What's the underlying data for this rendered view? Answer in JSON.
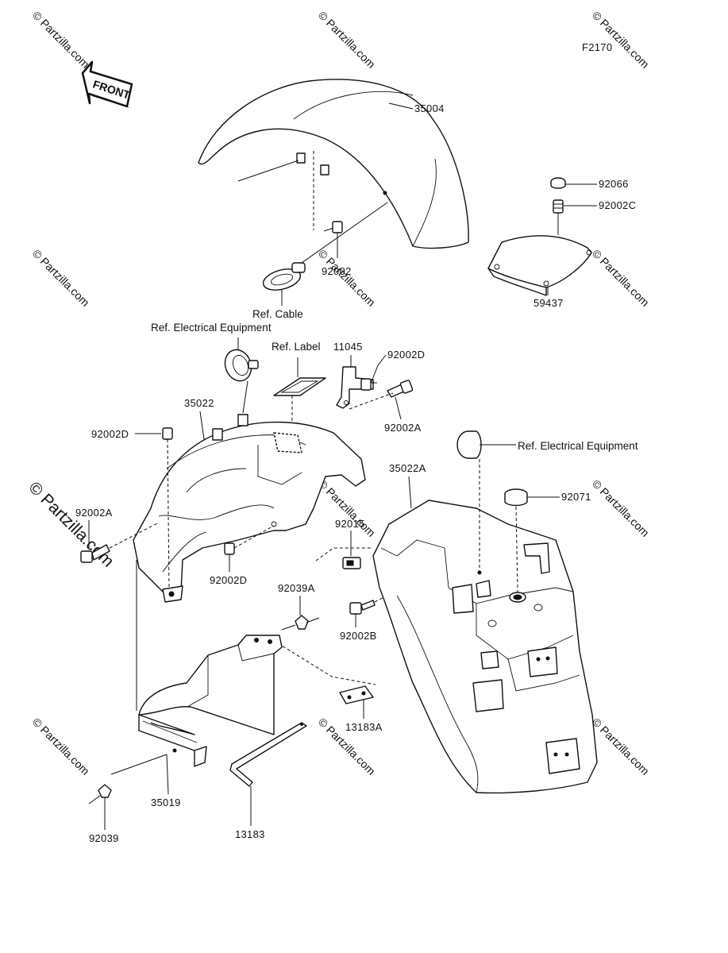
{
  "diagram_code": "F2170",
  "front_marker": "FRONT",
  "watermark": {
    "text": "© Partzilla.com"
  },
  "parts": [
    {
      "id": "35004",
      "label": "35004"
    },
    {
      "id": "92066",
      "label": "92066"
    },
    {
      "id": "92002C",
      "label": "92002C"
    },
    {
      "id": "92002",
      "label": "92002"
    },
    {
      "id": "59437",
      "label": "59437"
    },
    {
      "id": "11045",
      "label": "11045"
    },
    {
      "id": "92002D-top",
      "label": "92002D"
    },
    {
      "id": "35022",
      "label": "35022"
    },
    {
      "id": "92002D-left",
      "label": "92002D"
    },
    {
      "id": "92002A-right",
      "label": "92002A"
    },
    {
      "id": "35022A",
      "label": "35022A"
    },
    {
      "id": "92071",
      "label": "92071"
    },
    {
      "id": "92002A-left",
      "label": "92002A"
    },
    {
      "id": "92015-a",
      "label": "92015"
    },
    {
      "id": "92015-b",
      "label": "92015"
    },
    {
      "id": "92002D-bottom",
      "label": "92002D"
    },
    {
      "id": "92039A",
      "label": "92039A"
    },
    {
      "id": "92002B",
      "label": "92002B"
    },
    {
      "id": "13183A",
      "label": "13183A"
    },
    {
      "id": "35019",
      "label": "35019"
    },
    {
      "id": "13183",
      "label": "13183"
    },
    {
      "id": "92039",
      "label": "92039"
    }
  ],
  "references": [
    {
      "id": "ref-cable",
      "label": "Ref. Cable"
    },
    {
      "id": "ref-electrical-top",
      "label": "Ref. Electrical Equipment"
    },
    {
      "id": "ref-label",
      "label": "Ref. Label"
    },
    {
      "id": "ref-electrical-right",
      "label": "Ref. Electrical Equipment"
    }
  ]
}
